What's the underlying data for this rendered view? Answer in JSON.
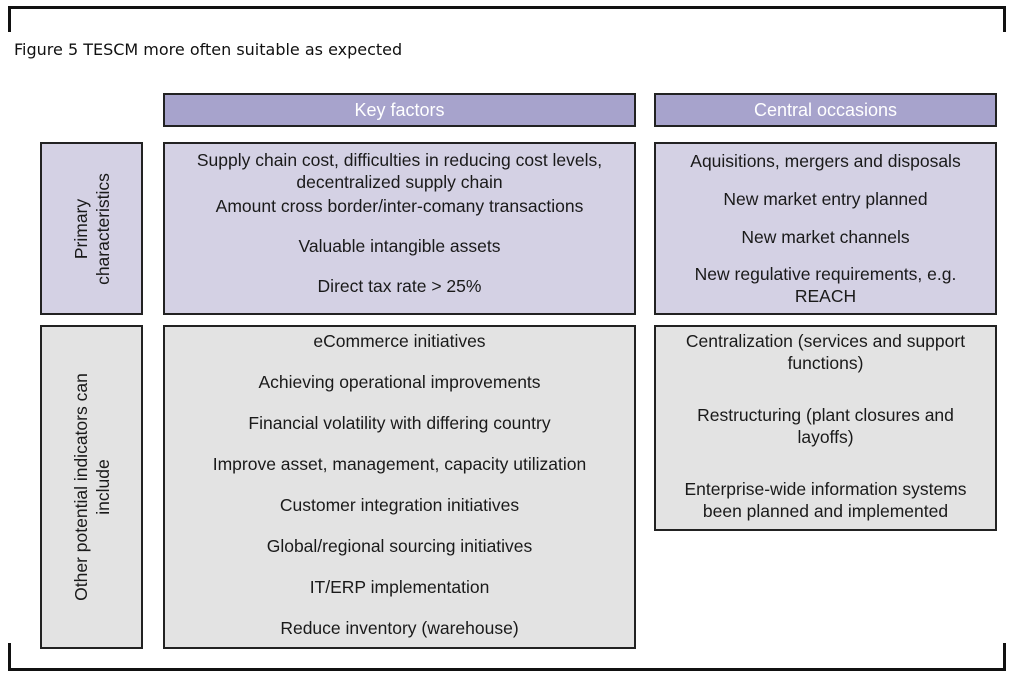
{
  "figure_title": "Figure 5 TESCM more often suitable as expected",
  "columns": {
    "key_factors": "Key factors",
    "central_occasions": "Central occasions"
  },
  "rows": {
    "primary": {
      "label_line1": "Primary",
      "label_line2": "characteristics",
      "key_factors": [
        "Supply chain cost, difficulties in reducing cost levels, decentralized supply chain",
        "Amount cross border/inter-comany transactions",
        "Valuable intangible assets",
        "Direct tax rate > 25%"
      ],
      "central_occasions": [
        "Aquisitions, mergers and disposals",
        "New market entry planned",
        "New market channels",
        "New regulative requirements, e.g. REACH"
      ]
    },
    "other": {
      "label_line1": "Other potential indicators can",
      "label_line2": "include",
      "key_factors": [
        "eCommerce initiatives",
        "Achieving operational improvements",
        "Financial volatility with differing country",
        "Improve asset, management, capacity utilization",
        "Customer integration initiatives",
        "Global/regional sourcing initiatives",
        "IT/ERP implementation",
        "Reduce inventory (warehouse)"
      ],
      "central_occasions": [
        "Centralization (services and support functions)",
        "Restructuring (plant closures and layoffs)",
        "Enterprise-wide information systems been planned and implemented"
      ]
    }
  }
}
